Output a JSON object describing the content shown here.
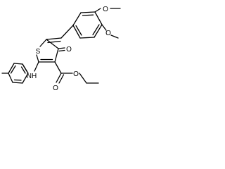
{
  "molecule": {
    "atoms": {
      "thiophene_sulfur": "S",
      "ring_carbonyl_oxygen": "O",
      "methoxy_oxygen_upper": "O",
      "methoxy_oxygen_lower": "O",
      "ester_carbonyl_oxygen": "O",
      "ester_ether_oxygen": "O",
      "amine_group": "NH"
    },
    "colors": {
      "ink": "#000000",
      "background": "#ffffff"
    }
  }
}
